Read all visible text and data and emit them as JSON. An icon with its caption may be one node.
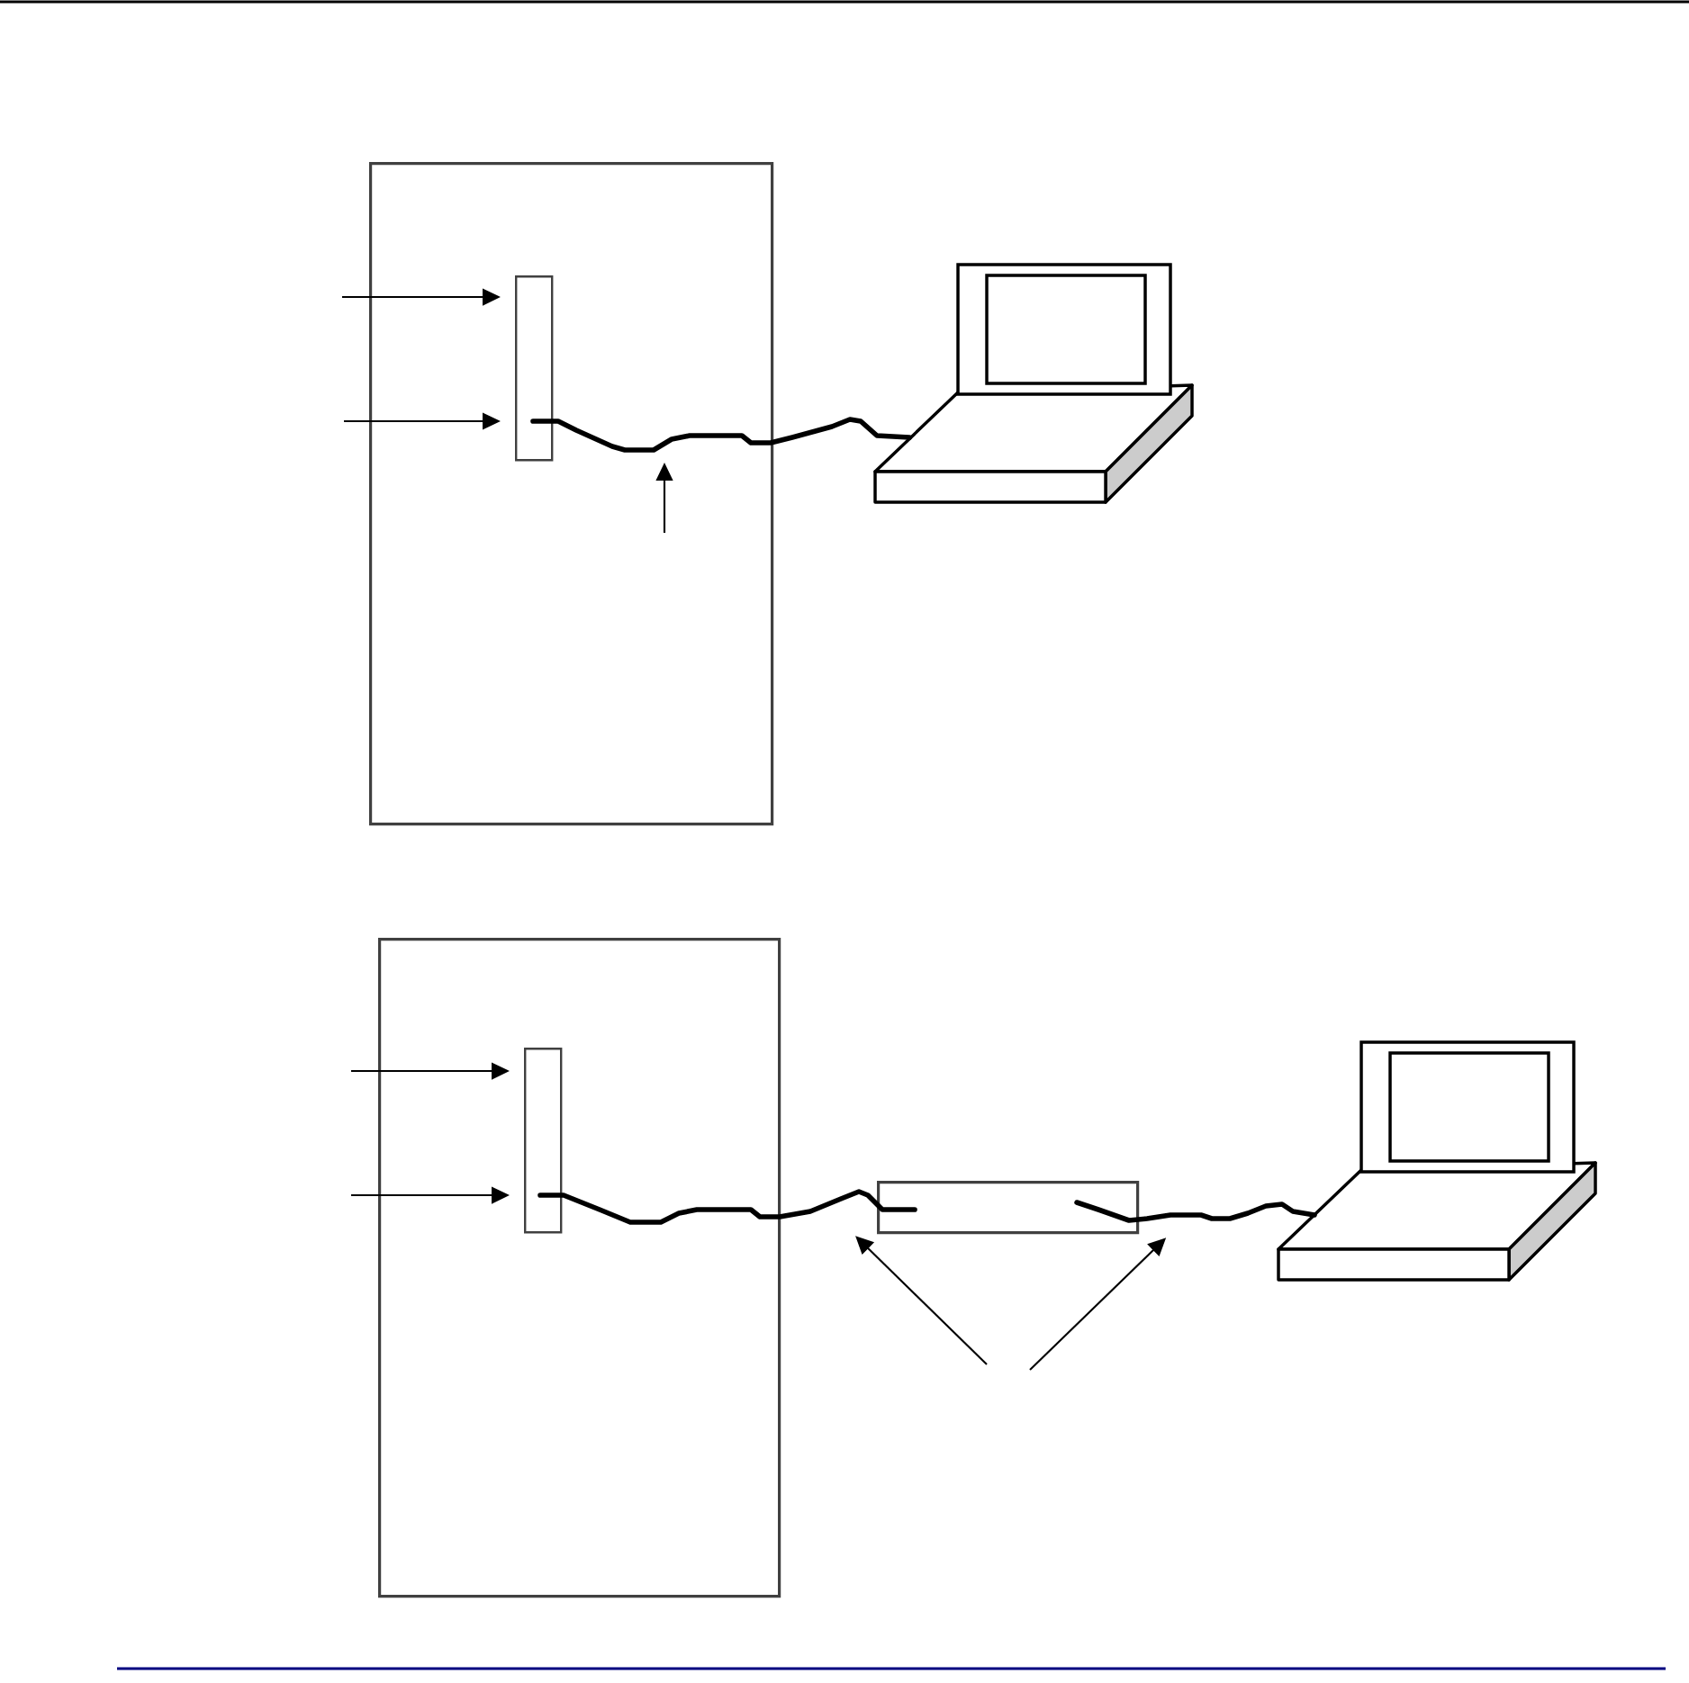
{
  "diagram": {
    "nodes": [
      {
        "text": [],
        "shape": "box"
      },
      {
        "text": [],
        "shape": "bar",
        "in": 0
      },
      {
        "text": [],
        "shape": "laptop"
      },
      {
        "text": [],
        "shape": "box"
      },
      {
        "text": [],
        "shape": "bar",
        "in": 3
      },
      {
        "text": [],
        "shape": "box"
      },
      {
        "text": [],
        "shape": "laptop"
      }
    ],
    "edges": [
      {
        "from": null,
        "to": 1,
        "arrow": "to"
      },
      {
        "from": null,
        "to": 1,
        "arrow": "to"
      },
      {
        "from": 1,
        "to": 2,
        "arrow": "none",
        "style": "thick"
      },
      {
        "from": null,
        "to": 4,
        "arrow": "to"
      },
      {
        "from": null,
        "to": 4,
        "arrow": "to"
      },
      {
        "from": 4,
        "to": 5,
        "arrow": "none",
        "style": "thick"
      },
      {
        "from": 5,
        "to": 6,
        "arrow": "none",
        "style": "thick"
      },
      {
        "from": null,
        "to": 5,
        "arrow": "to"
      },
      {
        "from": null,
        "to": 5,
        "arrow": "to"
      }
    ]
  }
}
